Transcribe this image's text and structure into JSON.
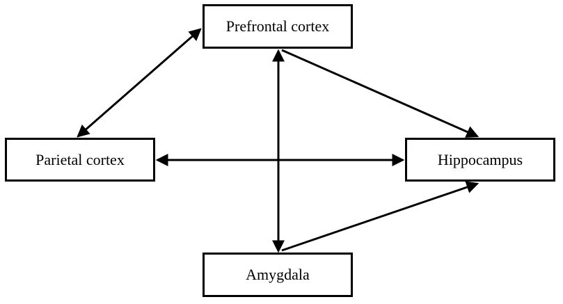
{
  "nodes": {
    "prefrontal": {
      "label": "Prefrontal cortex"
    },
    "parietal": {
      "label": "Parietal cortex"
    },
    "hippocampus": {
      "label": "Hippocampus"
    },
    "amygdala": {
      "label": "Amygdala"
    }
  },
  "edges": [
    {
      "from": "prefrontal",
      "to": "parietal",
      "direction": "bidirectional"
    },
    {
      "from": "prefrontal",
      "to": "amygdala",
      "direction": "bidirectional"
    },
    {
      "from": "prefrontal",
      "to": "hippocampus",
      "direction": "forward"
    },
    {
      "from": "parietal",
      "to": "hippocampus",
      "direction": "bidirectional"
    },
    {
      "from": "amygdala",
      "to": "hippocampus",
      "direction": "forward"
    }
  ],
  "colors": {
    "stroke": "#000000",
    "background": "#ffffff"
  }
}
